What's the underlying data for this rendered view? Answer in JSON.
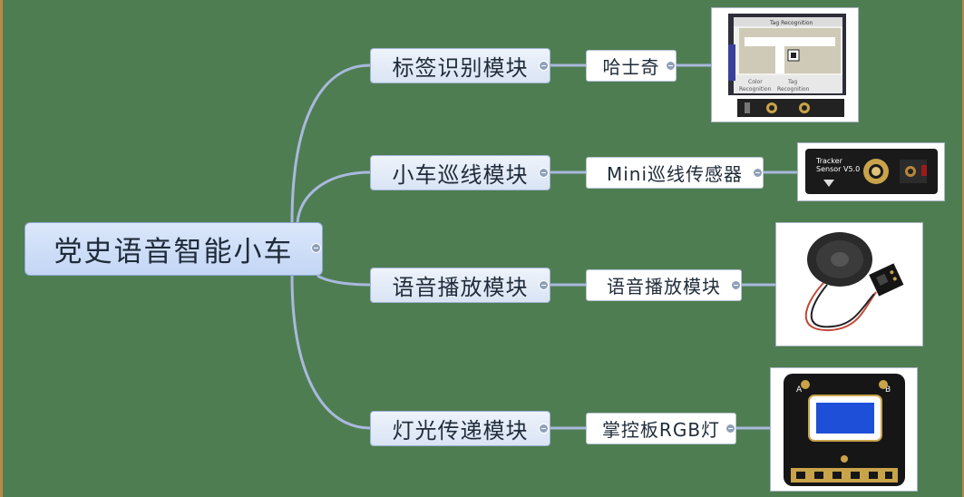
{
  "root": {
    "label": "党史语音智能小车"
  },
  "branches": [
    {
      "module": "标签识别模块",
      "leaf": "哈士奇",
      "image": "huskylens-camera-image"
    },
    {
      "module": "小车巡线模块",
      "leaf": "Mini巡线传感器",
      "image": "line-tracker-sensor-image"
    },
    {
      "module": "语音播放模块",
      "leaf": "语音播放模块",
      "image": "speaker-module-image"
    },
    {
      "module": "灯光传递模块",
      "leaf": "掌控板RGB灯",
      "image": "mpython-board-image"
    }
  ],
  "image_text": {
    "husky_header": "Tag Recognition",
    "husky_color": "Color",
    "husky_recognition": "Recognition",
    "husky_tag": "Tag",
    "husky_tag_recognition": "Recognition",
    "tracker_line1": "Tracker",
    "tracker_line2": "Sensor V5.0",
    "board_a": "A",
    "board_b": "B"
  },
  "colors": {
    "background": "#4f7d52",
    "connector": "#a9b9dd",
    "border_frame": "#b98a45"
  }
}
